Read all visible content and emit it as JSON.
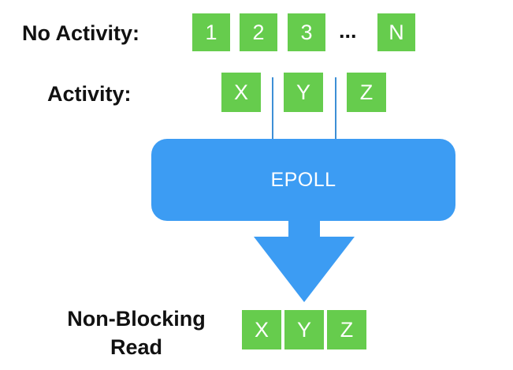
{
  "rows": {
    "no_activity": {
      "label": "No Activity:",
      "boxes": [
        "1",
        "2",
        "3",
        "N"
      ],
      "ellipsis": "..."
    },
    "activity": {
      "label": "Activity:",
      "boxes": [
        "X",
        "Y",
        "Z"
      ]
    }
  },
  "epoll": {
    "label": "EPOLL"
  },
  "output": {
    "label_line1": "Non-Blocking",
    "label_line2": "Read",
    "boxes": [
      "X",
      "Y",
      "Z"
    ]
  },
  "colors": {
    "box_green": "#66cc4d",
    "epoll_blue": "#3c9cf3",
    "connector_blue": "#3d8fd6"
  }
}
